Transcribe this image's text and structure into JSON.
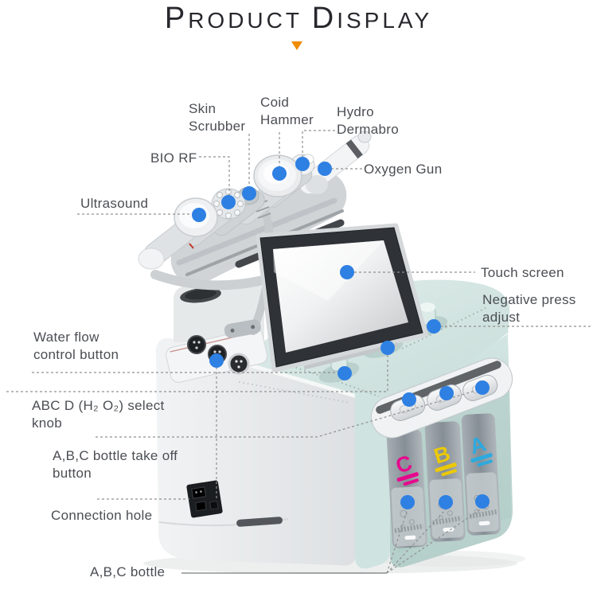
{
  "title": {
    "p": "P",
    "roduct": "RODUCT",
    "d": "D",
    "isplay": "ISPLAY"
  },
  "icons": {
    "title_pointer": "triangle-down-icon"
  },
  "colors": {
    "marker": "#2E80E3",
    "accent_orange": "#EF8C00",
    "label_text": "#4B4E53",
    "leader_line": "#909090",
    "machine_mint_deck": "#D8E8E5",
    "machine_mint_side": "#C6DEDB",
    "machine_body": "#EBEDEF",
    "screen_bezel": "#2F3237"
  },
  "labels": {
    "skin_scrubber": "Skin Scrubber",
    "coid_hammer": "Coid Hammer",
    "hydro_dermabro": "Hydro Dermabro",
    "bio_rf": "BIO RF",
    "oxygen_gun": "Oxygen Gun",
    "ultrasound": "Ultrasound",
    "touch_screen": "Touch screen",
    "negative_press_adjust": "Negative press adjust",
    "water_flow": "Water flow control button",
    "abcd_select": "ABC D (H₂ O₂) select knob",
    "bottle_take_off": "A,B,C bottle take off button",
    "connection_hole": "Connection hole",
    "abc_bottle": "A,B,C bottle"
  },
  "bottles": [
    {
      "letter": "C",
      "color": "#EC008C"
    },
    {
      "letter": "B",
      "color": "#F0CC00"
    },
    {
      "letter": "A",
      "color": "#29ABE2"
    }
  ]
}
